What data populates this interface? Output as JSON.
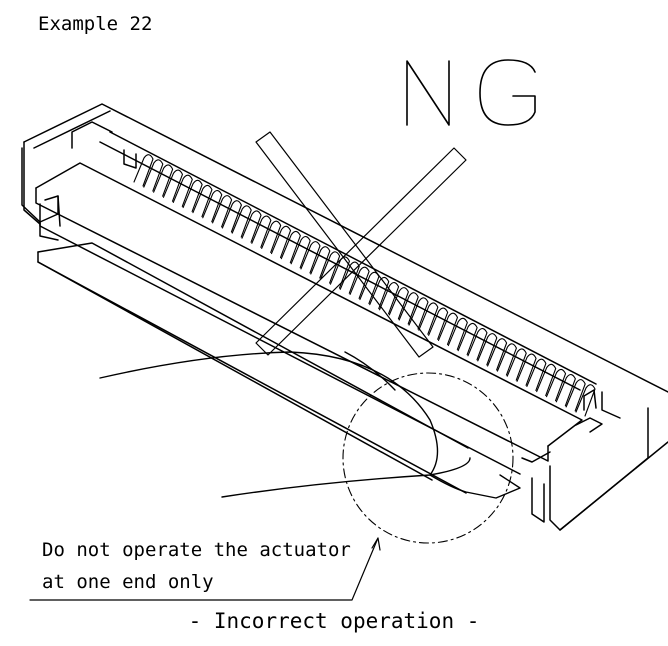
{
  "labels": {
    "example": "Example 22",
    "ng_mark": "NG",
    "note_line1": "Do not operate the actuator",
    "note_line2": "at one end only",
    "caption": "- Incorrect operation -"
  },
  "colors": {
    "ink": "#000000",
    "background": "#ffffff"
  },
  "icons": [
    "cross-mark",
    "fpc-connector",
    "finger-outline",
    "callout-circle"
  ]
}
